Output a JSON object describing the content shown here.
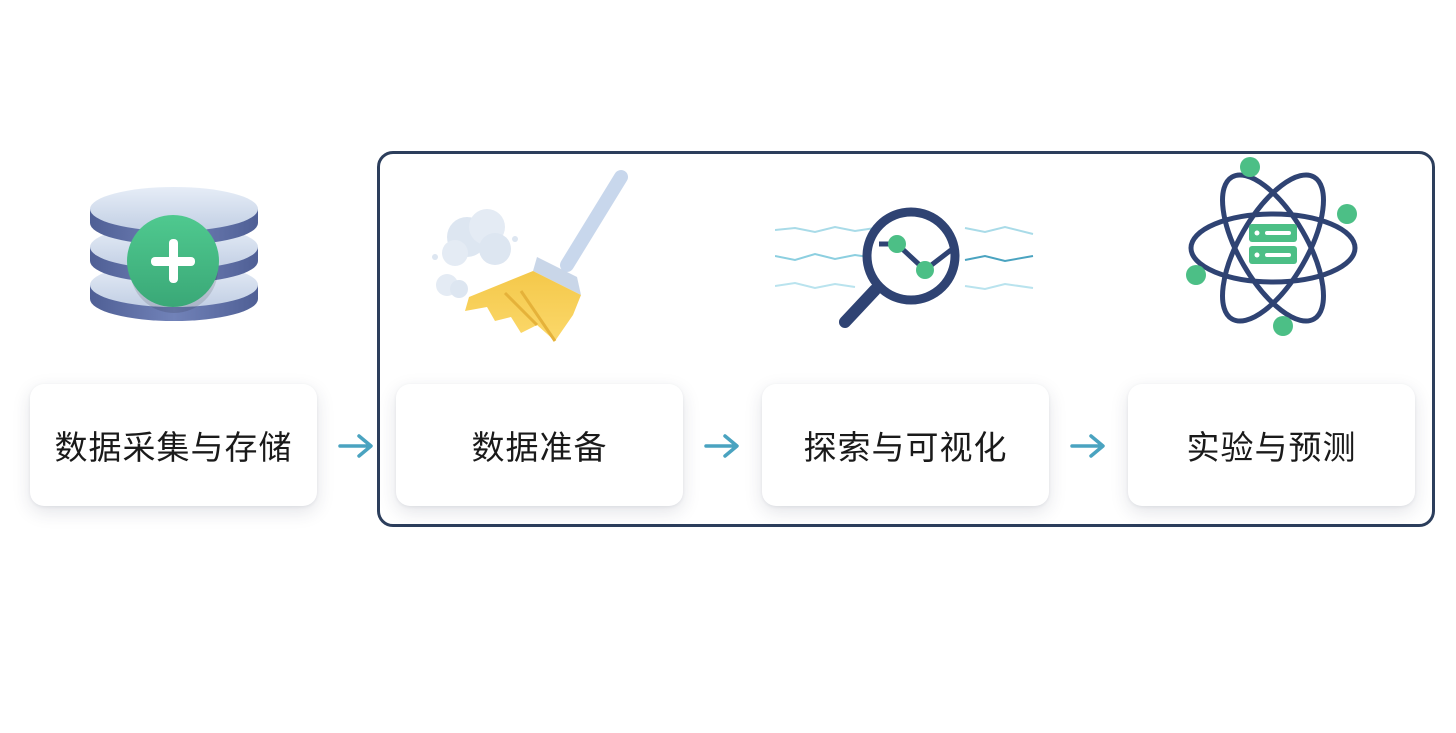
{
  "steps": [
    {
      "label": "数据采集与存储",
      "icon": "database-add-icon"
    },
    {
      "label": "数据准备",
      "icon": "broom-icon"
    },
    {
      "label": "探索与可视化",
      "icon": "magnifier-chart-icon"
    },
    {
      "label": "实验与预测",
      "icon": "atom-server-icon"
    }
  ],
  "colors": {
    "frame": "#2c3e5c",
    "arrow": "#4aa3c0",
    "accent_green": "#4cbf86",
    "navy": "#2f4373"
  }
}
